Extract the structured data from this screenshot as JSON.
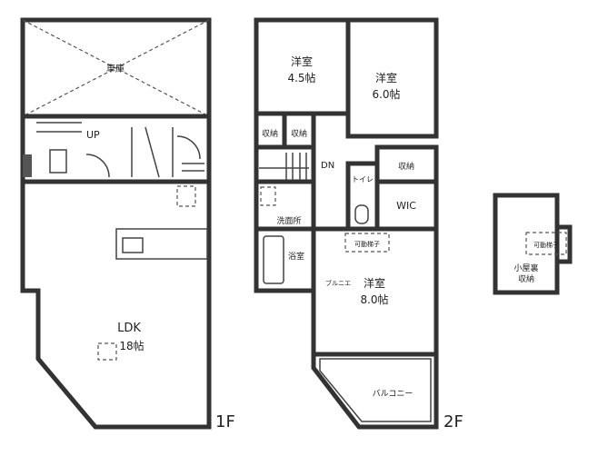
{
  "floor1": {
    "level": "1F",
    "garage": "車庫",
    "stairs": "UP",
    "ldk": {
      "name": "LDK",
      "size": "18帖"
    }
  },
  "floor2": {
    "level": "2F",
    "room_a": {
      "name": "洋室",
      "size": "4.5帖"
    },
    "room_b": {
      "name": "洋室",
      "size": "6.0帖"
    },
    "room_c": {
      "name": "洋室",
      "size": "8.0帖"
    },
    "storage1": "収納",
    "storage2": "収納",
    "storage3": "収納",
    "stairs": "DN",
    "toilet": "トイレ",
    "wic": "WIC",
    "washroom": "洗面所",
    "bath": "浴室",
    "ladder": "可動梯子",
    "pipe_space": "ブルニエ",
    "balcony": "バルコニー"
  },
  "attic": {
    "ladder": "可動梯子",
    "name_line1": "小屋裏",
    "name_line2": "収納"
  }
}
